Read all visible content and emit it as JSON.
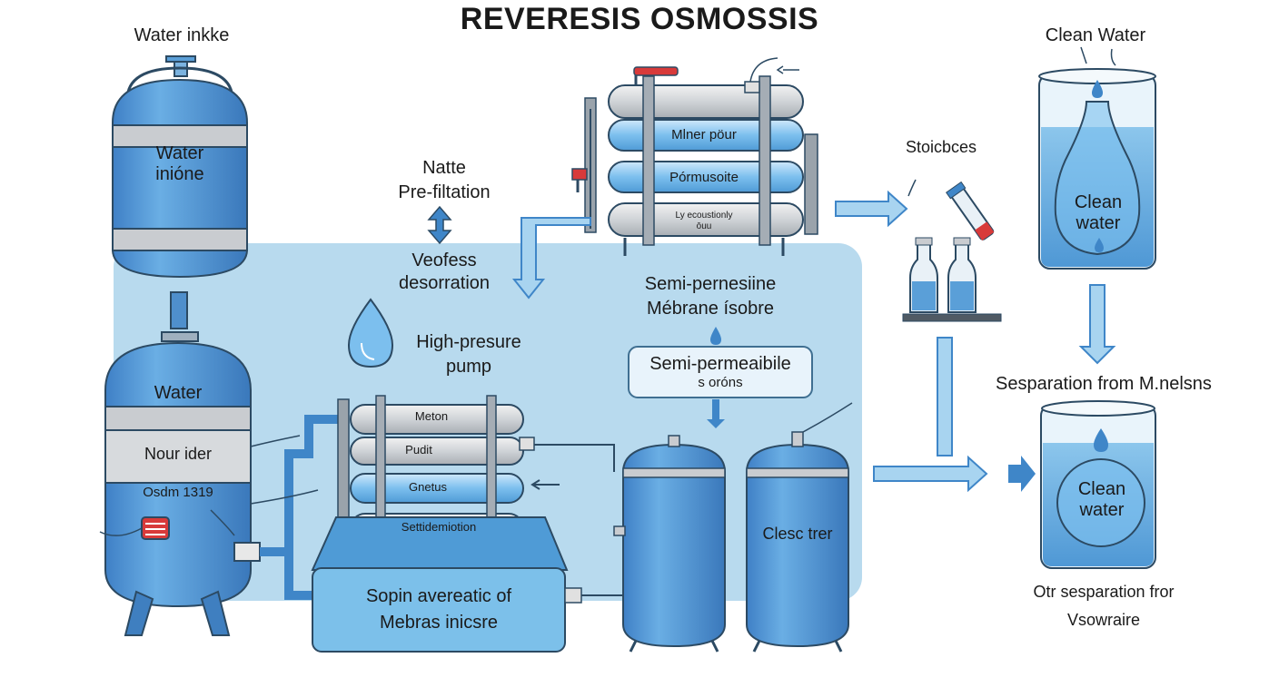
{
  "title": "REVERESIS OSMOSSIS",
  "labels": {
    "water_intake": "Water inkke",
    "clean_water_top": "Clean Water",
    "top_tank_line1": "Water",
    "top_tank_line2": "inióne",
    "prefilter_line1": "Natte",
    "prefilter_line2": "Pre-filtation",
    "desorption_line1": "Veofess",
    "desorption_line2": "desorration",
    "pump_line1": "High-presure",
    "pump_line2": "pump",
    "membrane_line1": "Semi-pernesiine",
    "membrane_line2": "Mébrane ísobre",
    "semiperm_box_line1": "Semi-permeaibile",
    "semiperm_box_line2": "s oróns",
    "stoichs": "Stoicbces",
    "separation_minerals": "Sesparation from M.nelsns",
    "clean_water_flask_top_line1": "Clean",
    "clean_water_flask_top_line2": "water",
    "clean_water_flask_bottom_line1": "Clean",
    "clean_water_flask_bottom_line2": "water",
    "bottom_right_line1": "Otr sesparation fror",
    "bottom_right_line2": "Vsowraire",
    "left_tank_water": "Water",
    "left_tank_band": "Nour ider",
    "left_tank_small": "Osdm 1319",
    "basin_line1": "Sopin avereatic of",
    "basin_line2": "Mebras inicsre",
    "right_tank": "Clesc trer",
    "top_filter_1": "Mlner pöur",
    "top_filter_2": "Pórmusoite",
    "top_filter_3_line1": "Ly ecoustionly",
    "top_filter_3_line2": "ōuu",
    "bottom_filter_1": "Meton",
    "bottom_filter_2": "Pudit",
    "bottom_filter_3": "Gnetus",
    "bottom_filter_4": "Settidemiotion"
  },
  "colors": {
    "tank_blue": "#5a9fd8",
    "tank_dark": "#3f7fc0",
    "panel_blue": "#b8daee",
    "arrow_blue": "#7cc0e6",
    "outline": "#2c4a63",
    "gray_band": "#c9ccd0",
    "pipe_blue": "#3f86c8",
    "valve_red": "#d83a3a"
  }
}
